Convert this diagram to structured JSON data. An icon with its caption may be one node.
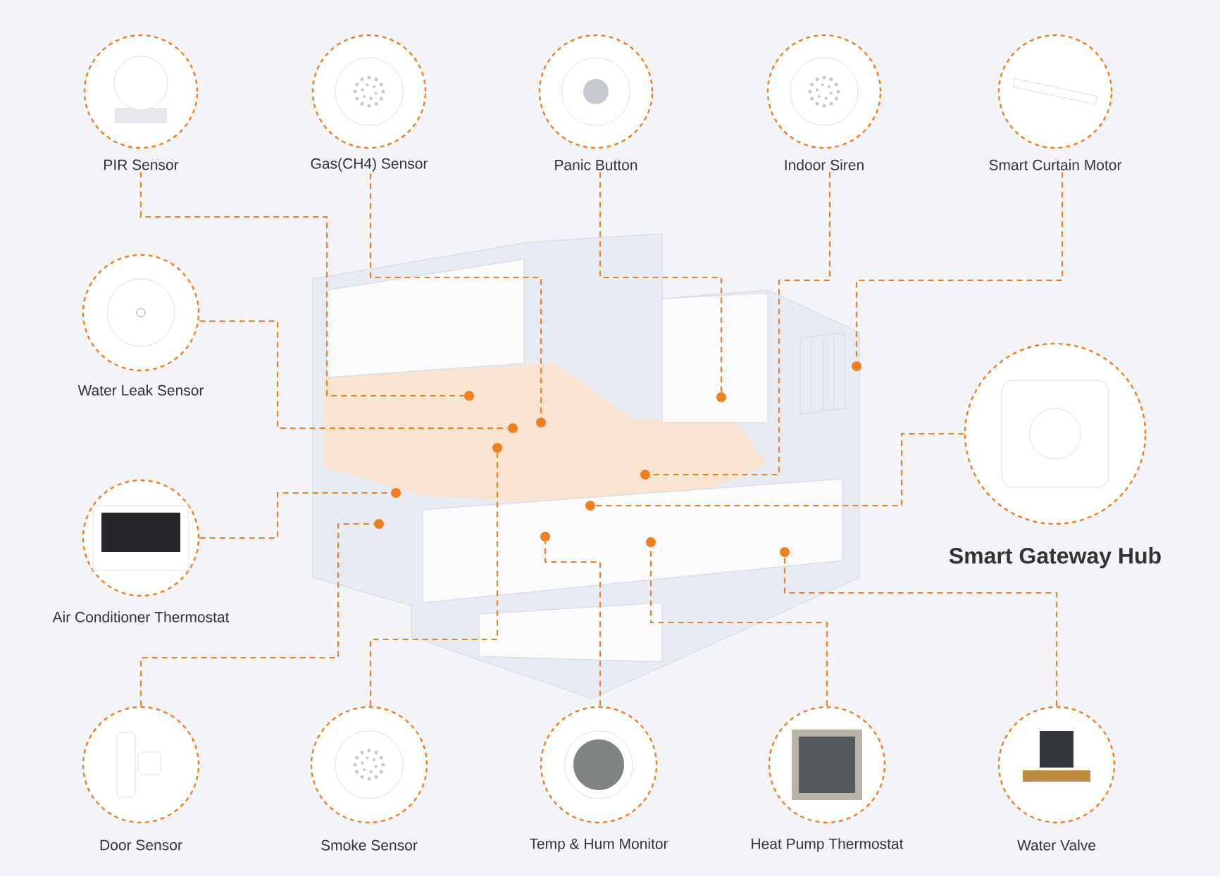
{
  "diagram": {
    "nodes": [
      {
        "text": [
          "PIR Sensor"
        ]
      },
      {
        "text": [
          "Gas(CH4) Sensor"
        ]
      },
      {
        "text": [
          "Panic Button"
        ]
      },
      {
        "text": [
          "Indoor Siren"
        ]
      },
      {
        "text": [
          "Smart Curtain Motor"
        ]
      },
      {
        "text": [
          "Water Leak Sensor"
        ]
      },
      {
        "text": [],
        "shape": "picture"
      },
      {
        "text": [
          "Smart Gateway Hub"
        ]
      },
      {
        "text": [
          "Air Conditioner Thermostat"
        ]
      },
      {
        "text": [
          "Door Sensor"
        ]
      },
      {
        "text": [
          "Smoke Sensor"
        ]
      },
      {
        "text": [
          "Temp & Hum Monitor"
        ]
      },
      {
        "text": [
          "Heat Pump Thermostat"
        ]
      },
      {
        "text": [
          "Water Valve"
        ]
      },
      {
        "text": [],
        "shape": "circle",
        "in": 6
      },
      {
        "text": [],
        "shape": "circle",
        "in": 6
      },
      {
        "text": [],
        "shape": "circle",
        "in": 6
      },
      {
        "text": [],
        "shape": "circle",
        "in": 6
      },
      {
        "text": [],
        "shape": "circle",
        "in": 6
      },
      {
        "text": [],
        "shape": "circle",
        "in": 6
      },
      {
        "text": [],
        "shape": "circle",
        "in": 6
      },
      {
        "text": [],
        "shape": "circle",
        "in": 6
      },
      {
        "text": [],
        "shape": "circle",
        "in": 6
      },
      {
        "text": [],
        "shape": "circle",
        "in": 6
      },
      {
        "text": [],
        "shape": "circle",
        "in": 6
      },
      {
        "text": [],
        "shape": "circle",
        "in": 6
      },
      {
        "text": [],
        "shape": "circle",
        "in": 6
      }
    ],
    "edges": [
      {
        "from": 0,
        "to": 15,
        "arrow": "none",
        "style": "dashed"
      },
      {
        "from": 1,
        "to": 17,
        "arrow": "none",
        "style": "dashed"
      },
      {
        "from": 2,
        "to": 16,
        "arrow": "none",
        "style": "dashed"
      },
      {
        "from": 3,
        "to": 20,
        "arrow": "none",
        "style": "dashed"
      },
      {
        "from": 4,
        "to": 14,
        "arrow": "none",
        "style": "dashed"
      },
      {
        "from": 5,
        "to": 18,
        "arrow": "none",
        "style": "dashed"
      },
      {
        "from": 7,
        "to": 22,
        "arrow": "none",
        "style": "dashed"
      },
      {
        "from": 8,
        "to": 21,
        "arrow": "none",
        "style": "dashed"
      },
      {
        "from": 9,
        "to": 23,
        "arrow": "none",
        "style": "dashed"
      },
      {
        "from": 10,
        "to": 19,
        "arrow": "none",
        "style": "dashed"
      },
      {
        "from": 11,
        "to": 24,
        "arrow": "none",
        "style": "dashed"
      },
      {
        "from": 12,
        "to": 25,
        "arrow": "none",
        "style": "dashed"
      },
      {
        "from": 13,
        "to": 26,
        "arrow": "none",
        "style": "dashed"
      }
    ]
  }
}
